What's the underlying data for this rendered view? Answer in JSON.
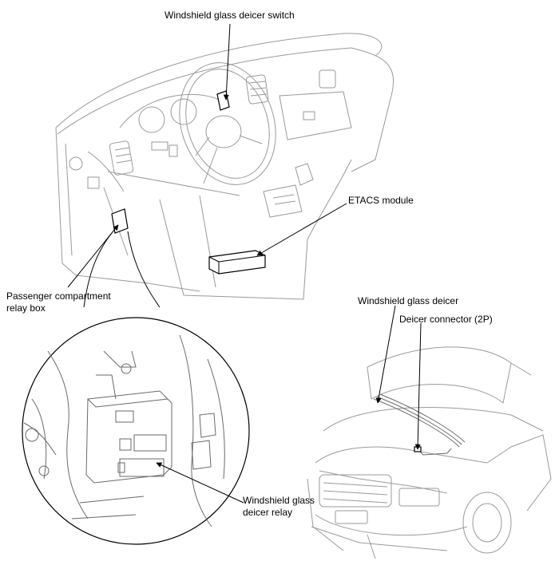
{
  "labels": {
    "deicer_switch": "Windshield glass deicer switch",
    "etacs_module": "ETACS module",
    "relay_box": "Passenger compartment\nrelay box",
    "deicer": "Windshield glass deicer",
    "deicer_connector": "Deicer connector (2P)",
    "deicer_relay": "Windshield glass\ndeicer relay"
  }
}
